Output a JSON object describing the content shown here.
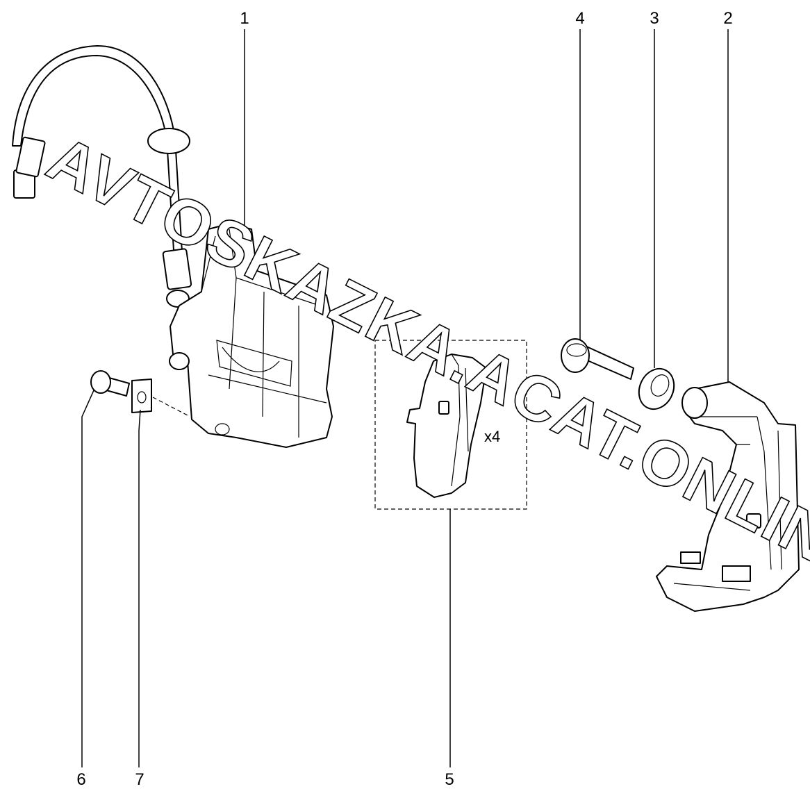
{
  "diagram": {
    "callouts": [
      {
        "id": "1",
        "label": "1"
      },
      {
        "id": "2",
        "label": "2"
      },
      {
        "id": "3",
        "label": "3"
      },
      {
        "id": "4",
        "label": "4"
      },
      {
        "id": "5",
        "label": "5"
      },
      {
        "id": "6",
        "label": "6"
      },
      {
        "id": "7",
        "label": "7"
      }
    ],
    "quantity_label": "x4",
    "watermark": "AVTOSKAZKA.ACAT.ONLINE"
  }
}
